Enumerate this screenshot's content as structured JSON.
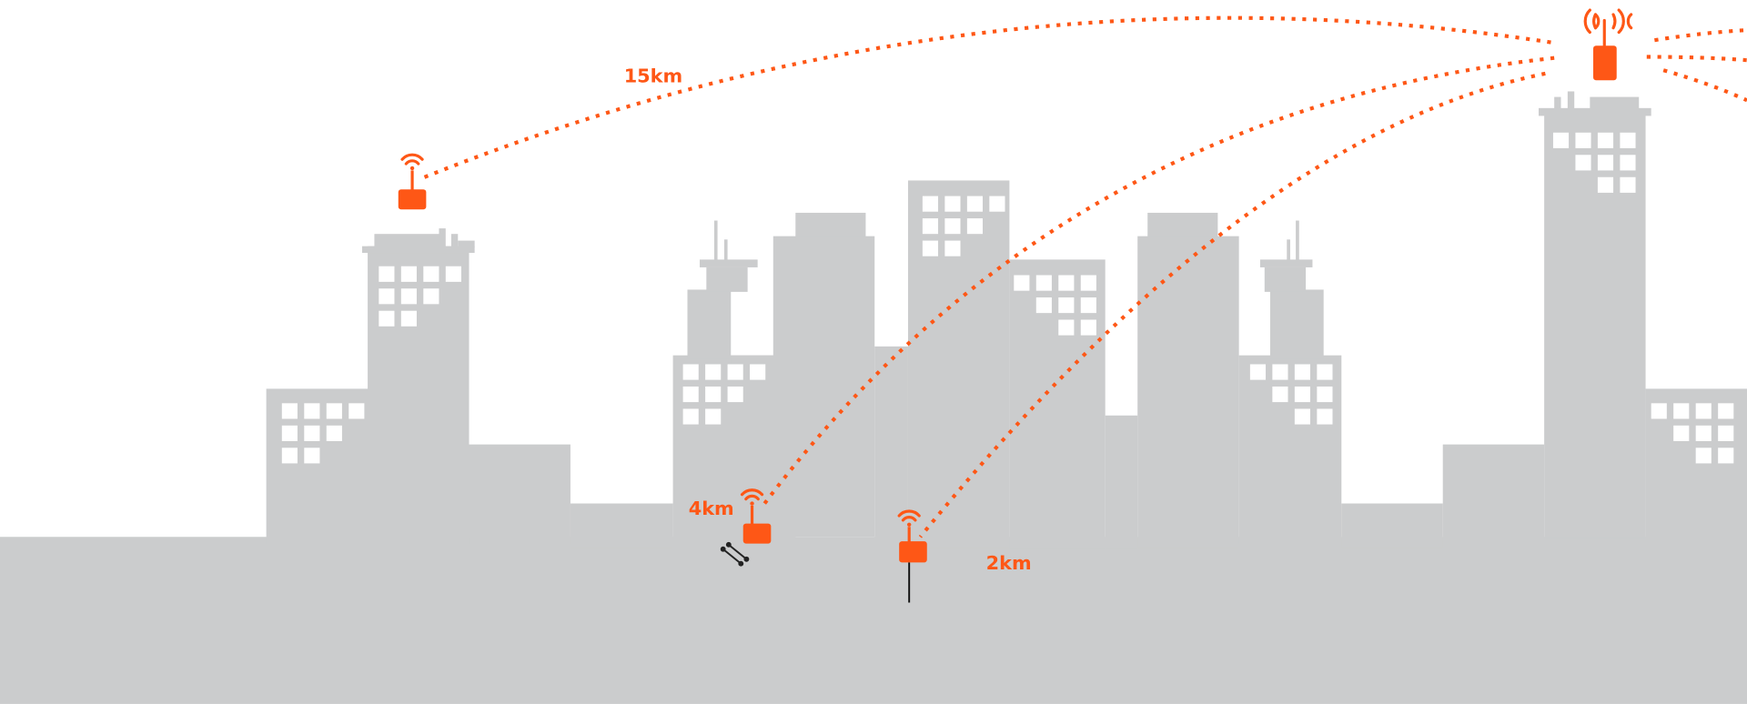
{
  "labels": {
    "long_range": "15km",
    "mid_range": "4km",
    "short_range": "2km"
  },
  "colors": {
    "accent": "#fe5716",
    "buildings": "#cbcccd",
    "background": "#ffffff"
  },
  "icons": [
    "gateway-icon",
    "wireless-sensor-icon",
    "wifi-signal-icon",
    "cable-icon",
    "pole-icon"
  ]
}
